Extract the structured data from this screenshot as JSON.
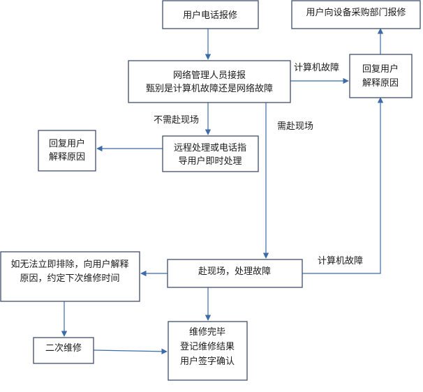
{
  "nodes": {
    "user_call": {
      "lines": [
        "用户电话报修"
      ]
    },
    "purchase_dept": {
      "lines": [
        "用户向设备采购部门报修"
      ]
    },
    "network_admin": {
      "lines": [
        "网络管理人员接报",
        "甄别是计算机故障还是网络故障"
      ]
    },
    "reply_user_right": {
      "lines": [
        "回复用户",
        "解释原因"
      ]
    },
    "reply_user_left": {
      "lines": [
        "回复用户",
        "解释原因"
      ]
    },
    "remote_handle": {
      "lines": [
        "远程处理或电话指",
        "导用户即时处理"
      ]
    },
    "onsite": {
      "lines": [
        "赴现场，处理故障"
      ]
    },
    "cannot_fix": {
      "lines": [
        "如无法立即排除，向用户解释",
        "原因，约定下次维修时间"
      ]
    },
    "second_repair": {
      "lines": [
        "二次维修"
      ]
    },
    "repair_done": {
      "lines": [
        "维修完毕",
        "登记维修结果",
        "用户签字确认"
      ]
    }
  },
  "edges": {
    "computer_fault_top": "计算机故障",
    "no_onsite": "不需赴现场",
    "need_onsite": "需赴现场",
    "computer_fault_bottom": "计算机故障"
  }
}
